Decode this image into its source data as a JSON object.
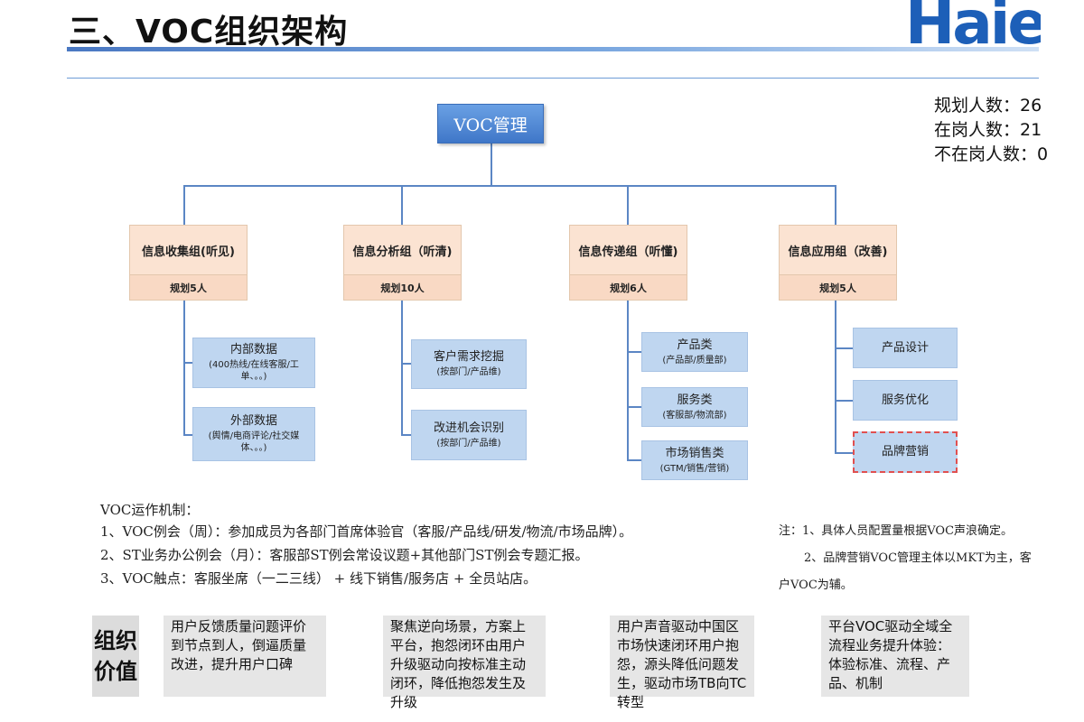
{
  "page": {
    "title": "三、VOC组织架构",
    "logo_text": "Haier"
  },
  "stats": {
    "planned": "规划人数：26",
    "onboard": "在岗人数：21",
    "absent": "不在岗人数：0"
  },
  "org": {
    "root": "VOC管理",
    "groups": [
      {
        "title": "信息收集组(听见)",
        "plan": "规划5人",
        "children": [
          {
            "label": "内部数据",
            "sub": "(400热线/在线客服/工单、。。)"
          },
          {
            "label": "外部数据",
            "sub": "(舆情/电商评论/社交媒体、。。)"
          }
        ]
      },
      {
        "title": "信息分析组（听清)",
        "plan": "规划10人",
        "children": [
          {
            "label": "客户需求挖掘",
            "sub": "(按部门/产品维)"
          },
          {
            "label": "改进机会识别",
            "sub": "(按部门/产品维)"
          }
        ]
      },
      {
        "title": "信息传递组（听懂)",
        "plan": "规划6人",
        "children": [
          {
            "label": "产品类",
            "sub": "(产品部/质量部)"
          },
          {
            "label": "服务类",
            "sub": "(客服部/物流部)"
          },
          {
            "label": "市场销售类",
            "sub": "(GTM/销售/营销)"
          }
        ]
      },
      {
        "title": "信息应用组（改善)",
        "plan": "规划5人",
        "children": [
          {
            "label": "产品设计",
            "sub": ""
          },
          {
            "label": "服务优化",
            "sub": ""
          },
          {
            "label": "品牌营销",
            "sub": "",
            "highlight": true
          }
        ]
      }
    ]
  },
  "mechanism": {
    "title": "VOC运作机制：",
    "lines": [
      "1、VOC例会（周）：参加成员为各部门首席体验官（客服/产品线/研发/物流/市场品牌）。",
      "2、ST业务办公例会（月）：客服部ST例会常设议题+其他部门ST例会专题汇报。",
      "3、VOC触点：客服坐席（一二三线） + 线下销售/服务店 + 全员站店。"
    ]
  },
  "notes": {
    "line1": "注：1、具体人员配置量根据VOC声浪确定。",
    "line2": "2、品牌营销VOC管理主体以MKT为主，客",
    "line3": "户VOC为辅。"
  },
  "value": {
    "label_1": "组织",
    "label_2": "价值",
    "items": [
      "用户反馈质量问题评价到节点到人，倒逼质量改进，提升用户口碑",
      "聚焦逆向场景，方案上平台，抱怨闭环由用户升级驱动向按标准主动闭环，降低抱怨发生及升级",
      "用户声音驱动中国区市场快速闭环用户抱怨，源头降低问题发生，驱动市场TB向TC转型",
      "平台VOC驱动全域全流程业务提升体验：体验标准、流程、产品、机制"
    ]
  },
  "colors": {
    "accent_blue": "#3f77c8",
    "group_fill": "#fbe3d2",
    "leaf_fill": "#bfd6f0",
    "highlight_border": "#e05050"
  }
}
